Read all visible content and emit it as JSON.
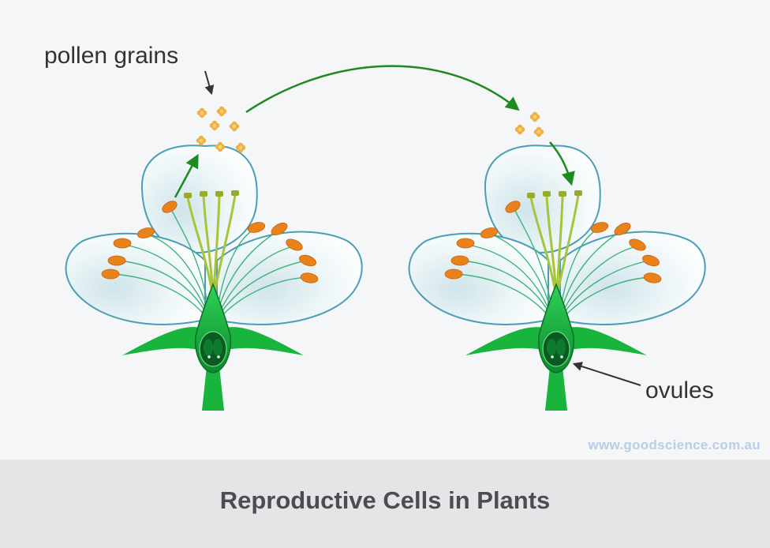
{
  "labels": {
    "pollen": "pollen grains",
    "ovules": "ovules"
  },
  "watermark": "www.goodscience.com.au",
  "footer": {
    "title": "Reproductive Cells in Plants"
  },
  "colors": {
    "background": "#f4f6f8",
    "footer_bg": "#e4e5e7",
    "arrow": "#1f8a1f",
    "sepal": "#19b43c",
    "anther": "#e8821a",
    "pollen": "#f0b040",
    "petal_edge": "#4a9fb5"
  }
}
